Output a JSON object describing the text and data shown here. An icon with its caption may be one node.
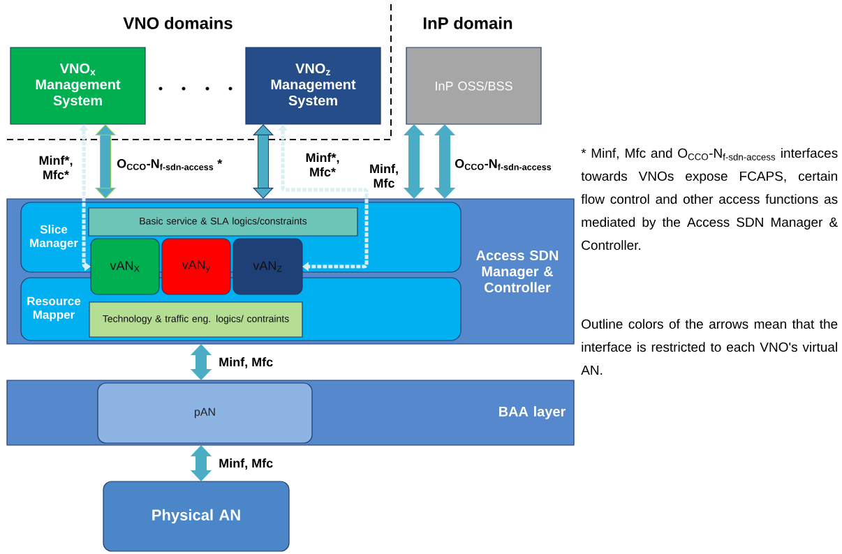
{
  "diagram": {
    "nodes": [
      {
        "text": [
          "VNO$_{x}$ Management System"
        ]
      },
      {
        "text": [
          "VNO$_{z}$ Management System"
        ]
      },
      {
        "text": [
          "InP OSS/BSS"
        ]
      },
      {
        "text": [
          "Access SDN Manager & Controller"
        ]
      },
      {
        "text": [
          "Slice Manager"
        ],
        "in": 3
      },
      {
        "text": [
          "Resource Mapper"
        ],
        "in": 3
      },
      {
        "text": [
          "Basic service & SLA logics/constraints"
        ],
        "in": 4
      },
      {
        "text": [
          "vAN$_{X}$"
        ],
        "in": 3
      },
      {
        "text": [
          "vAN$_{y}$"
        ],
        "in": 3
      },
      {
        "text": [
          "vAN$_{Z}$"
        ],
        "in": 3
      },
      {
        "text": [
          "Technology & traffic eng. logics/ contraints"
        ],
        "in": 5
      },
      {
        "text": [
          "BAA layer"
        ]
      },
      {
        "text": [
          "pAN"
        ],
        "in": 11
      },
      {
        "text": [
          "Physical AN"
        ]
      }
    ],
    "edges": [
      {
        "from": 0,
        "to": 3,
        "arrow": "both",
        "label": "\\text{O}_{\\text{CCO}}\\text{-N}_{\\text{f-sdn-access}}\\ \\text{*}",
        "color": "#92d050"
      },
      {
        "from": 0,
        "to": 7,
        "arrow": "both",
        "label": "Minf*, Mfc*",
        "style": "dashed",
        "color": "#dbeef4"
      },
      {
        "from": 1,
        "to": 3,
        "arrow": "both",
        "color": "#1f3f77"
      },
      {
        "from": 1,
        "to": 9,
        "arrow": "both",
        "label": "Minf*, Mfc*",
        "style": "dashed",
        "color": "#dbeef4"
      },
      {
        "from": 2,
        "to": 3,
        "arrow": "both",
        "label": "Minf, Mfc"
      },
      {
        "from": 2,
        "to": 3,
        "arrow": "both",
        "label": "\\text{O}_{\\text{CCO}}\\text{-N}_{\\text{f-sdn-access}}"
      },
      {
        "from": 3,
        "to": 11,
        "arrow": "both",
        "label": "Minf, Mfc"
      },
      {
        "from": 11,
        "to": 13,
        "arrow": "both",
        "label": "Minf, Mfc"
      }
    ],
    "labels": [
      "VNO domains",
      "InP domain",
      "* Minf, Mfc and",
      "\\text{O}_{\\text{CCO}}\\text{-N}_{\\text{f-sdn-access}}",
      "interfaces towards VNOs expose FCAPS, certain flow control and other access functions as mediated by the Access SDN Manager & Controller.",
      "Outline colors of the arrows mean that the interface is restricted to each VNO's virtual AN."
    ]
  }
}
